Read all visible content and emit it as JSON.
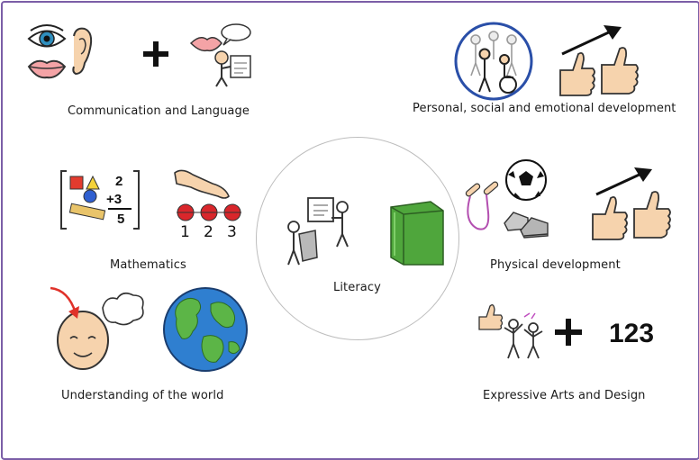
{
  "center": {
    "label": "Literacy"
  },
  "areas": {
    "communication": {
      "label": "Communication and Language"
    },
    "personal": {
      "label": "Personal, social and emotional development"
    },
    "mathematics": {
      "label": "Mathematics",
      "sum_top": "2",
      "sum_middle": "+3",
      "sum_result": "5",
      "counters": [
        "1",
        "2",
        "3"
      ]
    },
    "physical": {
      "label": "Physical development"
    },
    "world": {
      "label": "Understanding of the world"
    },
    "expressive": {
      "label": "Expressive Arts and Design",
      "number": "123"
    }
  },
  "colors": {
    "border": "#7b5ea7",
    "book": "#4fa63c",
    "counter": "#d9262b",
    "ocean": "#2f7fd0",
    "land": "#5cb547",
    "skin": "#f6d3ad",
    "circle_group": "#2a4fa8"
  },
  "icons": [
    "eye-icon",
    "ear-icon",
    "lips-icon",
    "plus-icon",
    "speaking-person-icon",
    "group-icon",
    "thumbs-up-icon",
    "progress-arrow-icon",
    "shapes-sum-icon",
    "counting-hand-icon",
    "teacher-reading-icon",
    "book-icon",
    "skipping-rope-icon",
    "football-icon",
    "trainers-icon",
    "thinking-head-icon",
    "globe-icon",
    "dancing-people-icon"
  ]
}
